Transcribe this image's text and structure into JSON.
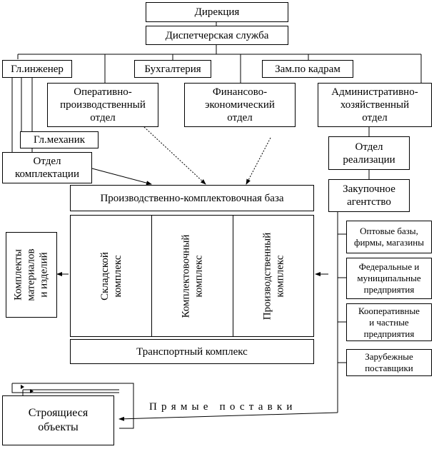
{
  "diagram": {
    "direction": "Дирекция",
    "dispatch": "Диспетчерская служба",
    "chief_engineer": "Гл.инженер",
    "accounting": "Бухгалтерия",
    "deputy_personnel": "Зам.по кадрам",
    "operative_dept": "Оперативно-\nпроизводственный\nотдел",
    "finance_dept": "Финансово-\nэкономический\nотдел",
    "admin_dept": "Административно-\nхозяйственный\nотдел",
    "chief_mechanic": "Гл.механик",
    "supply_dept": "Отдел\nкомплектации",
    "sales_dept": "Отдел\nреализации",
    "purchase_agency": "Закупочное\nагентство",
    "production_base": "Производственно-комплектовочная база",
    "warehouse_complex": "Складской\nкомплекс",
    "assembly_complex": "Комплектовочный\nкомплекс",
    "production_complex": "Производственный\nкомплекс",
    "material_kits": "Комплекты\nматериалов\nи изделий",
    "transport_complex": "Транспортный комплекс",
    "wholesale": "Оптовые базы,\nфирмы, магазины",
    "federal": "Федеральные и\nмуниципальные\nпредприятия",
    "cooperative": "Кооперативные\nи частные\nпредприятия",
    "foreign": "Зарубежные\nпоставщики",
    "construction_sites": "Строящиеся\nобъекты",
    "direct_deliveries": "Прямые поставки"
  }
}
